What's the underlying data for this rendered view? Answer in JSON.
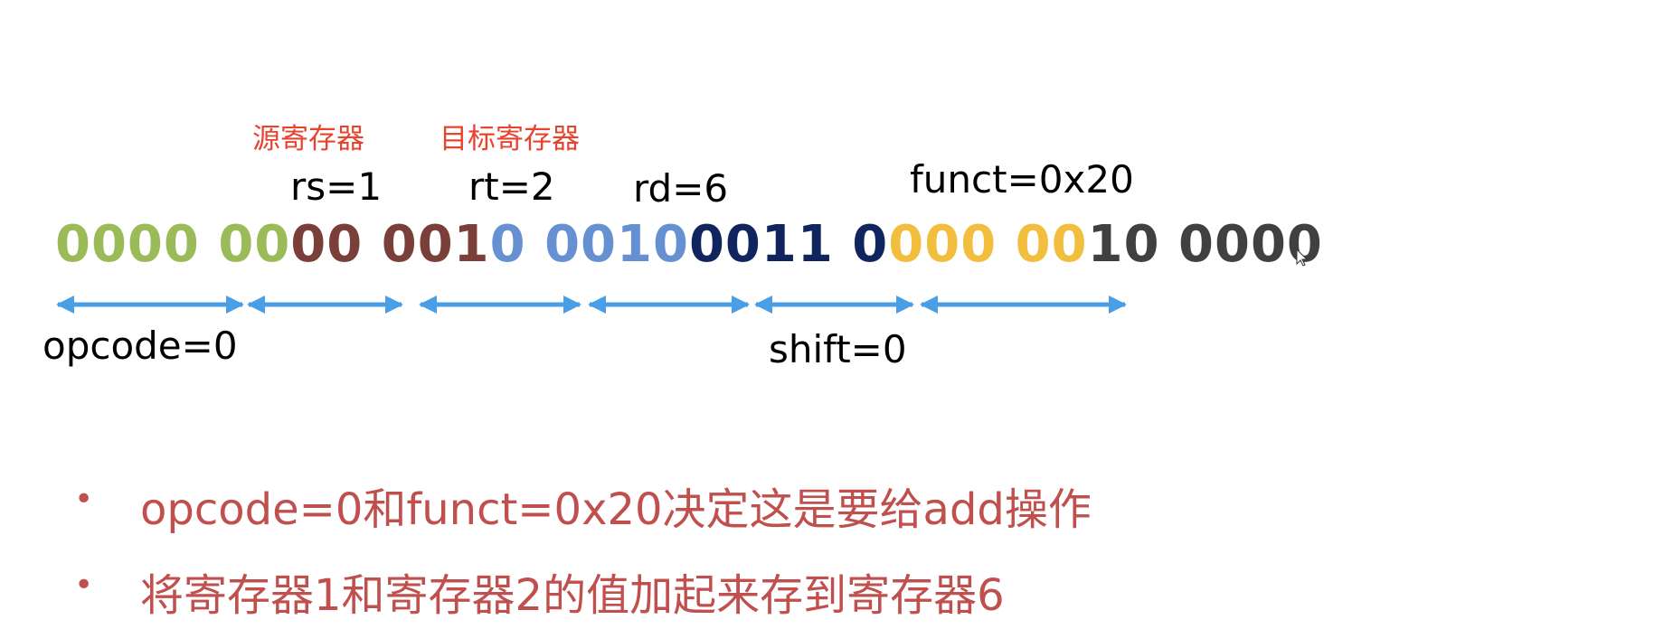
{
  "labels": {
    "source_register": "源寄存器",
    "target_register": "目标寄存器",
    "rs": "rs=1",
    "rt": "rt=2",
    "rd": "rd=6",
    "funct": "funct=0x20",
    "opcode": "opcode=0",
    "shift": "shift=0"
  },
  "binary": [
    {
      "text": "0000 00",
      "color": "#9bbb59"
    },
    {
      "text": "00 001",
      "color": "#7b3f3a"
    },
    {
      "text": "0 0010",
      "color": "#6690d2"
    },
    {
      "text": "0011 0",
      "color": "#10245e"
    },
    {
      "text": "000 00",
      "color": "#f2be3e"
    },
    {
      "text": "10 0000",
      "color": "#404040"
    }
  ],
  "bullets": [
    "opcode=0和funct=0x20决定这是要给add操作",
    "将寄存器1和寄存器2的值加起来存到寄存器6"
  ],
  "colors": {
    "arrow": "#4a9ee6",
    "label_red": "#e8432e",
    "bullet_text": "#c0504d"
  }
}
